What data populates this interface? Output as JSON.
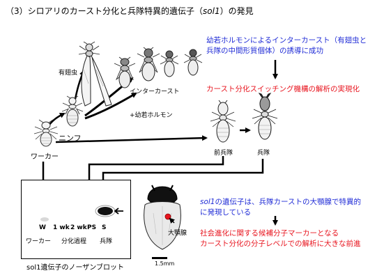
{
  "title": {
    "prefix": "（3）シロアリのカースト分化と兵隊特異的遺伝子（",
    "gene": "sol1",
    "suffix": "）の発見"
  },
  "diagram": {
    "worker": "ワーカー",
    "nymph": "ニンフ",
    "alate": "有翅虫",
    "intercaste": "インターカースト",
    "juvenile_hormone": "+幼若ホルモン",
    "presoldier": "前兵隊",
    "soldier": "兵隊"
  },
  "blot": {
    "lanes": [
      "W",
      "1 wk",
      "2 wk",
      "PS",
      "S"
    ],
    "groups": [
      "ワーカー",
      "分化過程",
      "兵隊"
    ],
    "caption": "sol1遺伝子のノーザンブロット"
  },
  "head": {
    "gland_label": "大顎腺",
    "scale": "1.5mm"
  },
  "notes": {
    "n1_line1": "幼若ホルモンによるインターカースト（有翅虫と",
    "n1_line2": "兵隊の中間形質個体）の誘導に成功",
    "n2": "カースト分化スイッチング機構の解析の実現化",
    "n3_gene": "sol1",
    "n3_line1_rest": "の遺伝子は、兵隊カーストの大顎腺で特異的",
    "n3_line2": "に発現している",
    "n4_line1": "社会進化に関する候補分子マーカーとなる",
    "n4_line2": "カースト分化の分子レベルでの解析に大きな前進"
  },
  "colors": {
    "blue_text": "#1f2bd6",
    "red_text": "#e8141e",
    "gland": "#e8141e"
  }
}
